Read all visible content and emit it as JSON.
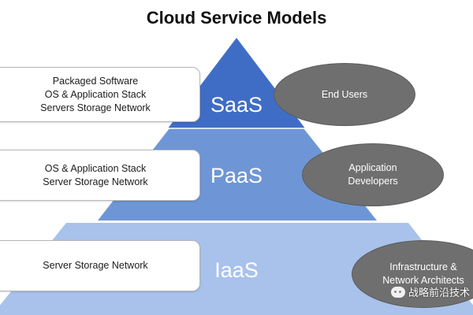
{
  "title": "Cloud Service Models",
  "colors": {
    "tier_top": "#3f6dc6",
    "tier_middle": "#6e96d6",
    "tier_bottom": "#a9c2eb",
    "ellipse_fill": "#6f6f6f",
    "box_border": "#b7b7b7"
  },
  "tiers": [
    {
      "label": "SaaS",
      "components": [
        "Packaged Software",
        "OS & Application Stack",
        "Servers Storage Network"
      ],
      "audience": [
        "End Users"
      ]
    },
    {
      "label": "PaaS",
      "components": [
        "OS & Application Stack",
        "Server Storage Network"
      ],
      "audience": [
        "Application",
        "Developers"
      ]
    },
    {
      "label": "IaaS",
      "components": [
        "Server Storage Network"
      ],
      "audience": [
        "Infrastructure &",
        "Network Architects"
      ]
    }
  ],
  "watermark": "战略前沿技术"
}
